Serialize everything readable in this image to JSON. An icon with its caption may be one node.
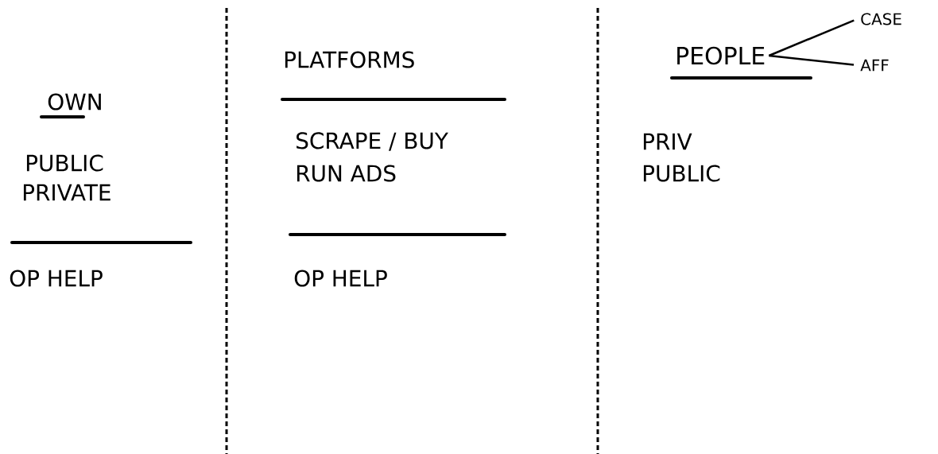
{
  "diagram": {
    "nodes": [
      {
        "text": [
          "PEOPLE"
        ]
      },
      {
        "text": [
          "CASE"
        ]
      },
      {
        "text": [
          "AFF"
        ]
      }
    ],
    "edges": [
      {
        "from": 0,
        "to": 1,
        "arrow": "none"
      },
      {
        "from": 0,
        "to": 2,
        "arrow": "none"
      }
    ],
    "labels": [
      "OWN",
      "PUBLIC",
      "PRIVATE",
      "OP HELP",
      "PLATFORMS",
      "SCRAPE / BUY",
      "RUN ADS",
      "OP HELP",
      "PRIV",
      "PUBLIC"
    ]
  }
}
